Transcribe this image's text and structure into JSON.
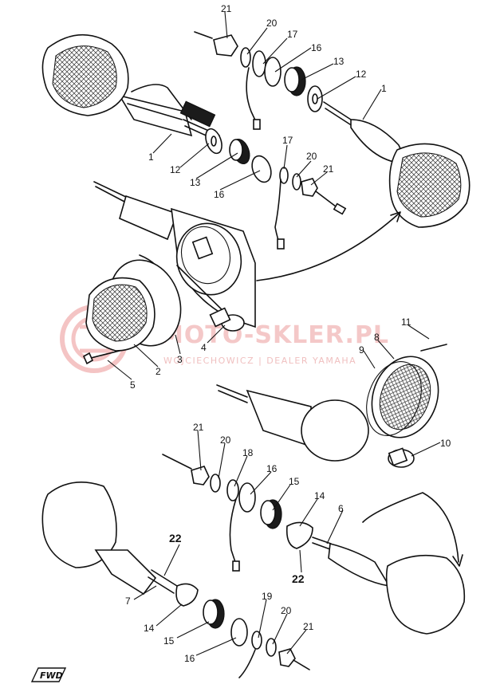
{
  "watermark": {
    "brand": "MOTO-SKLER.PL",
    "tagline": "WOJCIECHOWICZ | DEALER YAMAHA",
    "logo": "dealer-logo-circle"
  },
  "corner_badge": "FWD",
  "callouts": [
    {
      "id": "c21a",
      "text": "21"
    },
    {
      "id": "c20a",
      "text": "20"
    },
    {
      "id": "c17a",
      "text": "17"
    },
    {
      "id": "c16a",
      "text": "16"
    },
    {
      "id": "c13a",
      "text": "13"
    },
    {
      "id": "c12a",
      "text": "12"
    },
    {
      "id": "c1a",
      "text": "1"
    },
    {
      "id": "c1b",
      "text": "1"
    },
    {
      "id": "c12b",
      "text": "12"
    },
    {
      "id": "c13b",
      "text": "13"
    },
    {
      "id": "c16b",
      "text": "16"
    },
    {
      "id": "c17b",
      "text": "17"
    },
    {
      "id": "c20b",
      "text": "20"
    },
    {
      "id": "c21b",
      "text": "21"
    },
    {
      "id": "c5",
      "text": "5"
    },
    {
      "id": "c2",
      "text": "2"
    },
    {
      "id": "c3",
      "text": "3"
    },
    {
      "id": "c4",
      "text": "4"
    },
    {
      "id": "c11",
      "text": "11"
    },
    {
      "id": "c8",
      "text": "8"
    },
    {
      "id": "c9",
      "text": "9"
    },
    {
      "id": "c10",
      "text": "10"
    },
    {
      "id": "c21c",
      "text": "21"
    },
    {
      "id": "c20c",
      "text": "20"
    },
    {
      "id": "c18",
      "text": "18"
    },
    {
      "id": "c16c",
      "text": "16"
    },
    {
      "id": "c15a",
      "text": "15"
    },
    {
      "id": "c14a",
      "text": "14"
    },
    {
      "id": "c6",
      "text": "6"
    },
    {
      "id": "c22a",
      "text": "22"
    },
    {
      "id": "c22b",
      "text": "22"
    },
    {
      "id": "c7",
      "text": "7"
    },
    {
      "id": "c14b",
      "text": "14"
    },
    {
      "id": "c15b",
      "text": "15"
    },
    {
      "id": "c19",
      "text": "19"
    },
    {
      "id": "c20d",
      "text": "20"
    },
    {
      "id": "c21d",
      "text": "21"
    },
    {
      "id": "c16d",
      "text": "16"
    }
  ]
}
